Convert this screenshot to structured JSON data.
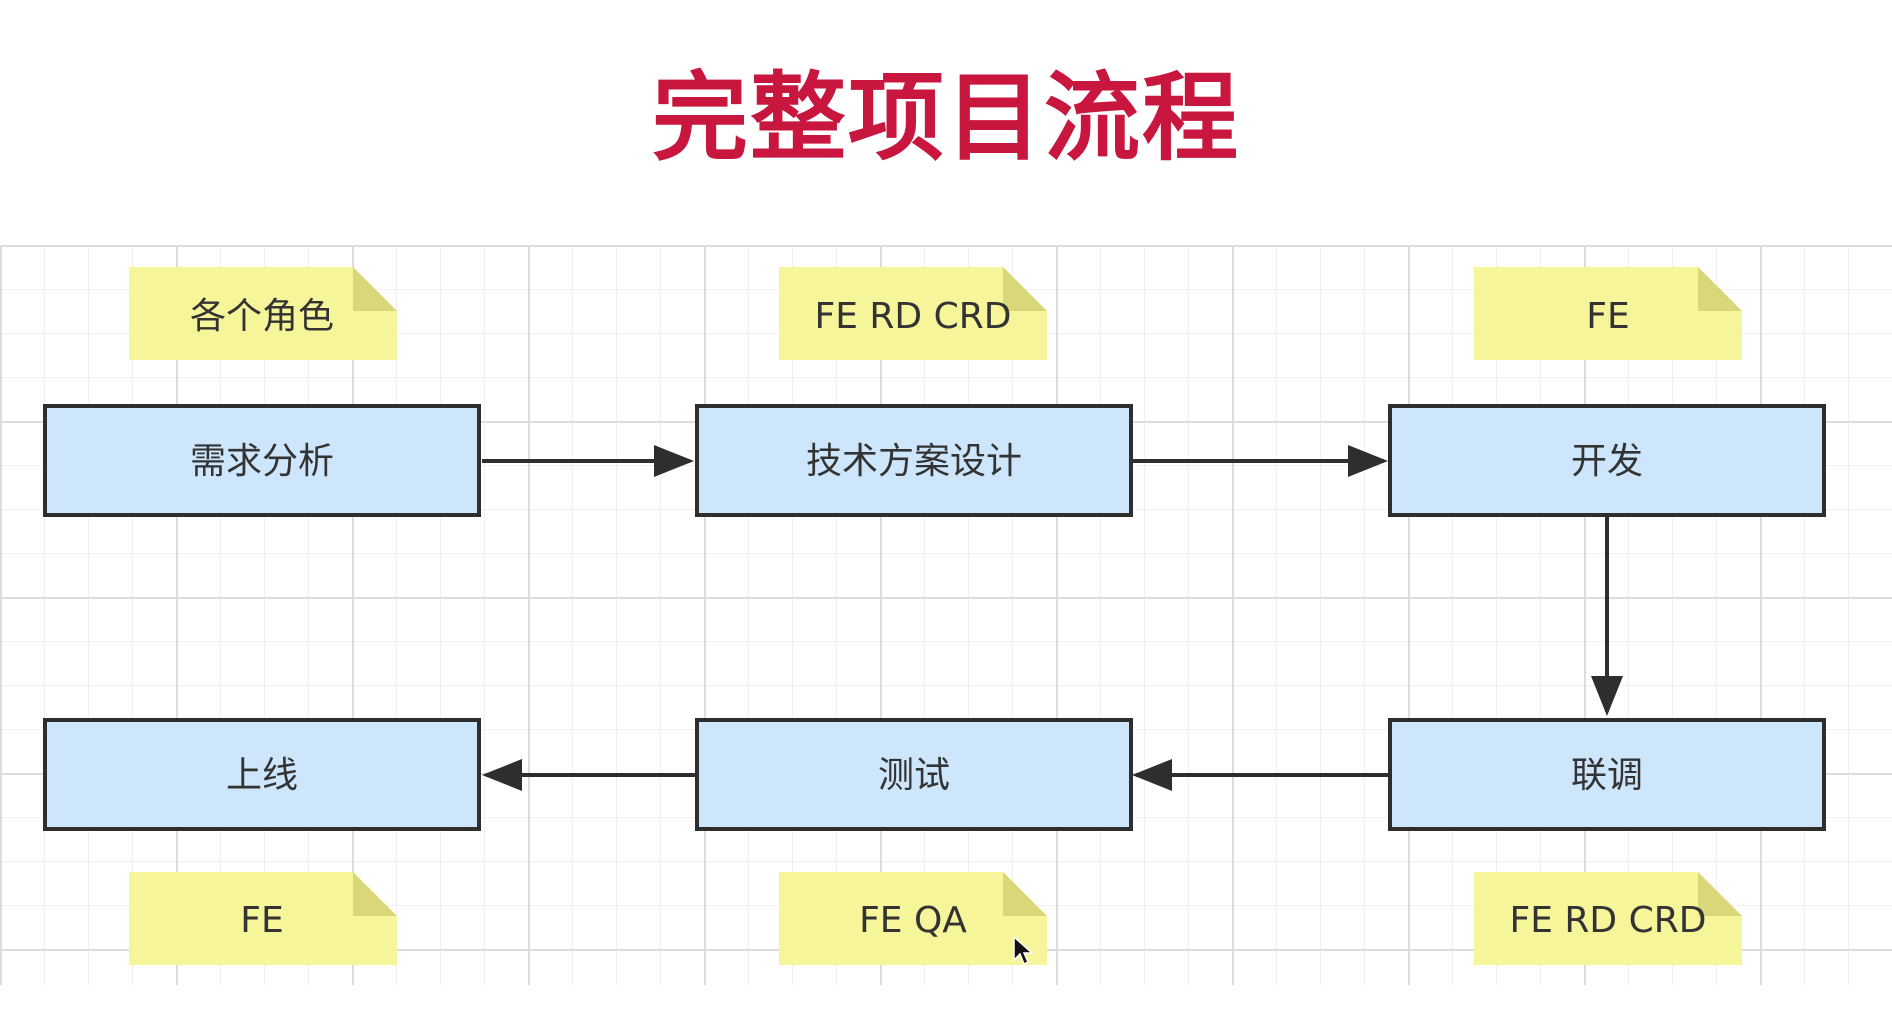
{
  "title": "完整项目流程",
  "colors": {
    "title": "#c8163e",
    "step_fill": "#cde6fb",
    "step_stroke": "#2e2e2e",
    "note_fill": "#f6f59a",
    "note_fold": "#d9d77a",
    "arrow": "#2e2e2e",
    "text": "#333333"
  },
  "steps": [
    {
      "label": "需求分析",
      "note": "各个角色"
    },
    {
      "label": "技术方案设计",
      "note": "FE RD CRD"
    },
    {
      "label": "开发",
      "note": "FE"
    },
    {
      "label": "联调",
      "note": "FE RD CRD"
    },
    {
      "label": "测试",
      "note": "FE QA"
    },
    {
      "label": "上线",
      "note": "FE"
    }
  ],
  "icons": {
    "note_shape": "sticky-note-folded-corner",
    "connector": "arrow",
    "pointer": "mouse-cursor-icon"
  }
}
